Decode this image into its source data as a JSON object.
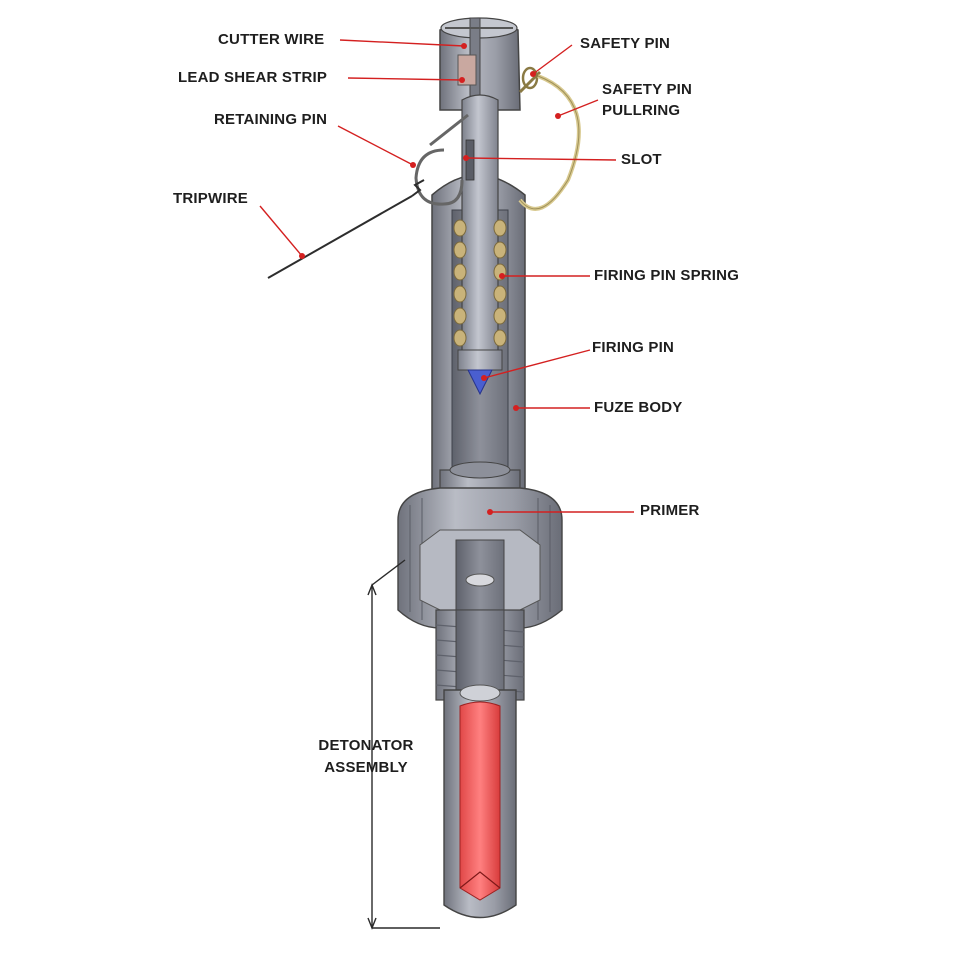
{
  "diagram": {
    "labels": {
      "cutter_wire": "CUTTER WIRE",
      "lead_shear_strip": "LEAD SHEAR STRIP",
      "retaining_pin": "RETAINING PIN",
      "tripwire": "TRIPWIRE",
      "safety_pin": "SAFETY PIN",
      "safety_pin_pullring_1": "SAFETY PIN",
      "safety_pin_pullring_2": "PULLRING",
      "slot": "SLOT",
      "firing_pin_spring": "FIRING PIN SPRING",
      "firing_pin": "FIRING PIN",
      "fuze_body": "FUZE BODY",
      "primer": "PRIMER",
      "detonator_assembly_1": "DETONATOR",
      "detonator_assembly_2": "ASSEMBLY"
    },
    "colors": {
      "leader_line": "#d42020",
      "leader_dot": "#d42020",
      "body_gray": "#8c8f9a",
      "inner_gray": "#a7aab4",
      "spring": "#c9b37a",
      "pullring": "#d8c98f",
      "primer": "#f0b419",
      "detonator_charge": "#f06060",
      "firing_pin_tip": "#4a5fd0",
      "lead_strip": "#c9a8a0"
    }
  }
}
